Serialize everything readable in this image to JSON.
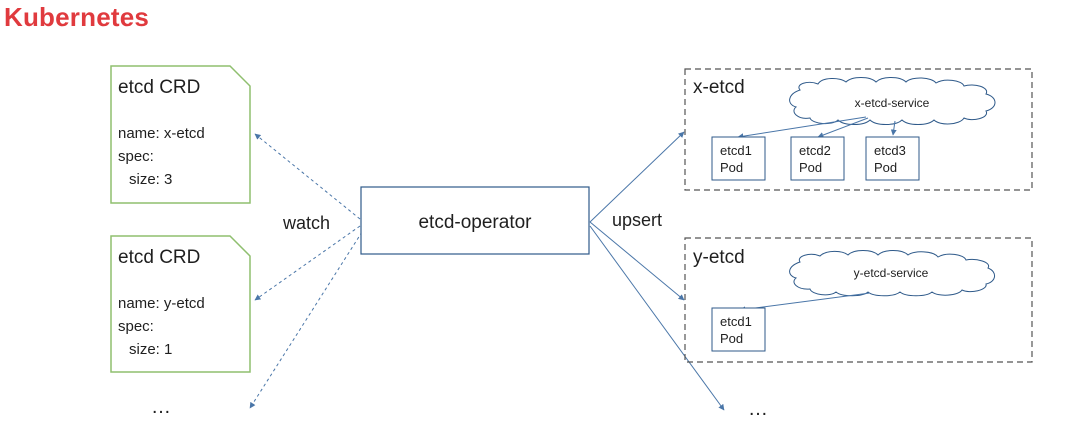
{
  "header": {
    "title": "Kubernetes"
  },
  "colors": {
    "title": "#e03a3e",
    "doc_border": "#8fbf6f",
    "arrow": "#4a76a8",
    "box_border": "#2f5a8a",
    "dashed_border": "#555555"
  },
  "crds": [
    {
      "title": "etcd CRD",
      "name_line": "name: x-etcd",
      "spec_line": "spec:",
      "size_line": "size: 3"
    },
    {
      "title": "etcd CRD",
      "name_line": "name: y-etcd",
      "spec_line": "spec:",
      "size_line": "size: 1"
    }
  ],
  "left_ellipsis": "…",
  "watch_label": "watch",
  "operator_label": "etcd-operator",
  "upsert_label": "upsert",
  "clusters": [
    {
      "name": "x-etcd",
      "service": "x-etcd-service",
      "pods": [
        {
          "line1": "etcd1",
          "line2": "Pod"
        },
        {
          "line1": "etcd2",
          "line2": "Pod"
        },
        {
          "line1": "etcd3",
          "line2": "Pod"
        }
      ]
    },
    {
      "name": "y-etcd",
      "service": "y-etcd-service",
      "pods": [
        {
          "line1": "etcd1",
          "line2": "Pod"
        }
      ]
    }
  ],
  "right_ellipsis": "…",
  "icons": {
    "crd_document": "document-shape-icon",
    "service": "cloud-icon"
  }
}
